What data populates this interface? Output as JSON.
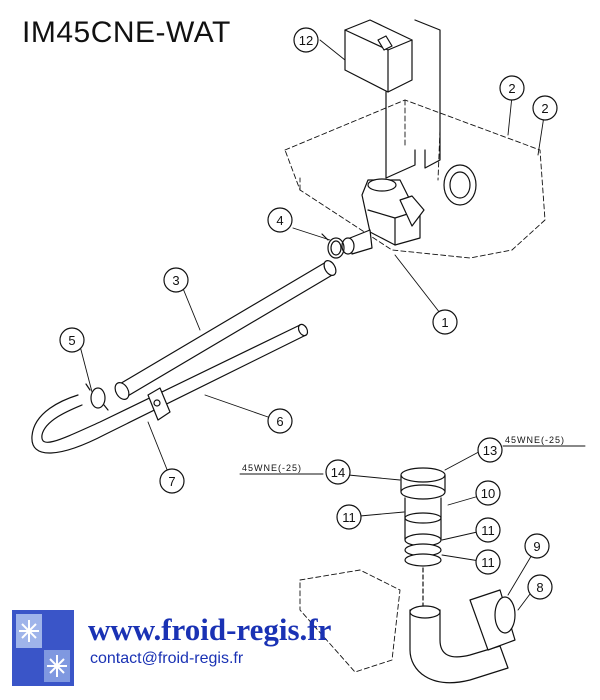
{
  "title": "IM45CNE-WAT",
  "callouts": [
    "1",
    "2",
    "2",
    "3",
    "4",
    "5",
    "6",
    "7",
    "8",
    "9",
    "10",
    "11",
    "11",
    "11",
    "12",
    "13",
    "14"
  ],
  "model_notes": {
    "part13": "45WNE(-25)",
    "part14": "45WNE(-25)"
  },
  "watermark": {
    "url": "www.froid-regis.fr",
    "contact": "contact@froid-regis.fr"
  },
  "icons": [
    "snowflake-logo-icon"
  ],
  "colors": {
    "line": "#111111",
    "watermark": "#1a32b4",
    "logo_blue": "#3a55c8"
  }
}
